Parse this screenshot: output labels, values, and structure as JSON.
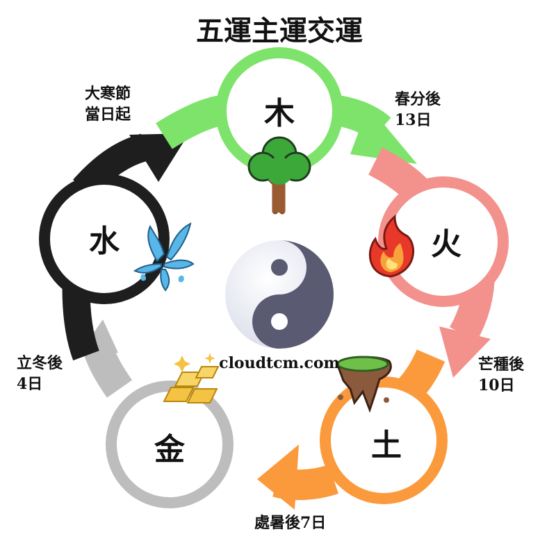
{
  "title": "五運主運交運",
  "website": "cloudtcm.com",
  "colors": {
    "wood": "#7de36a",
    "fire": "#f3928c",
    "earth": "#fb9a3c",
    "metal": "#bdbdbd",
    "water": "#1e1e1e"
  },
  "elements": {
    "wood": {
      "label": "木",
      "icon": "tree-icon"
    },
    "fire": {
      "label": "火",
      "icon": "flame-icon"
    },
    "earth": {
      "label": "土",
      "icon": "soil-icon"
    },
    "metal": {
      "label": "金",
      "icon": "gold-bars-icon"
    },
    "water": {
      "label": "水",
      "icon": "water-splash-icon"
    }
  },
  "transitions": {
    "wood_start": {
      "line1": "大寒節",
      "line2": "當日起"
    },
    "fire_start": {
      "line1": "春分後",
      "line2": "13日"
    },
    "earth_start": {
      "line1": "芒種後",
      "line2": "10日"
    },
    "metal_start": {
      "line1": "處暑後7日"
    },
    "water_start": {
      "line1": "立冬後",
      "line2": "4日"
    }
  }
}
